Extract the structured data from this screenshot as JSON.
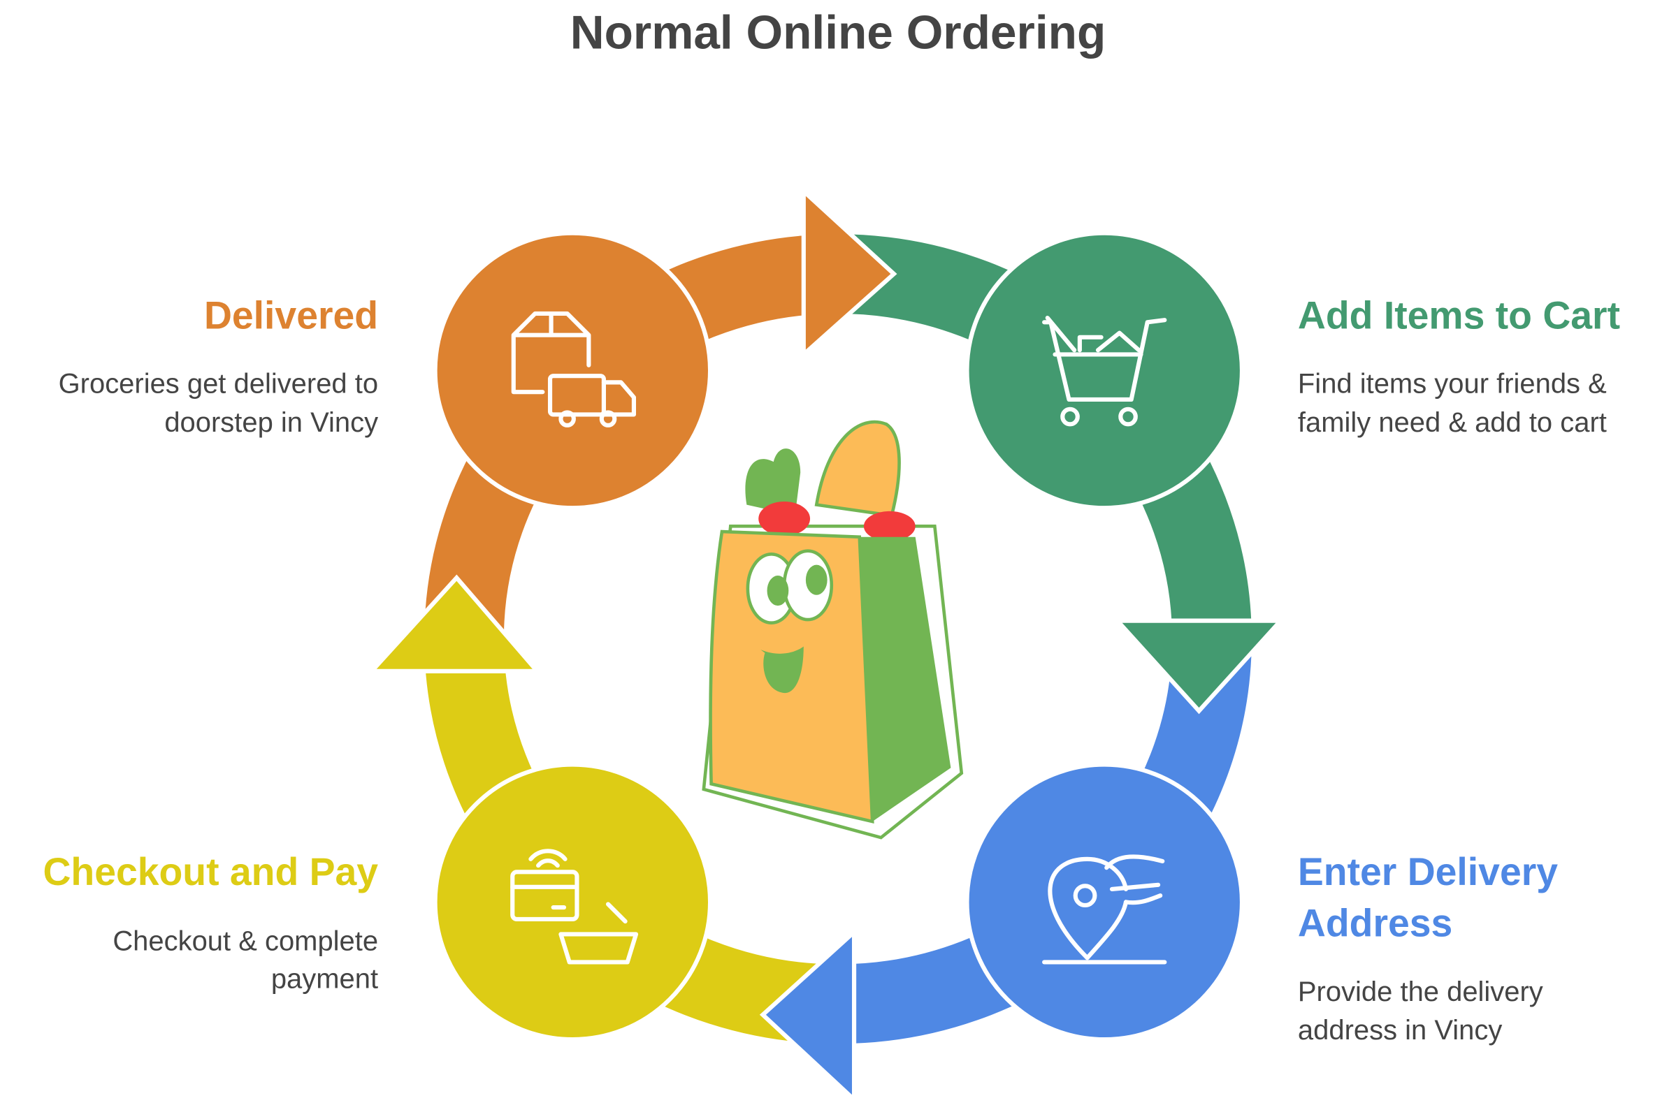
{
  "title": "Normal Online Ordering",
  "colors": {
    "orange": "#dd8230",
    "green": "#439a70",
    "blue": "#4f88e4",
    "yellow": "#ddcc15",
    "text": "#444444"
  },
  "steps": [
    {
      "id": "add-items",
      "heading": "Add Items to Cart",
      "heading_lines": [
        "Add Items to Cart"
      ],
      "desc_lines": [
        "Find items your friends &",
        "family need & add to cart"
      ],
      "icon": "shopping-cart-icon"
    },
    {
      "id": "enter-address",
      "heading": "Enter Delivery Address",
      "heading_lines": [
        "Enter Delivery",
        "Address"
      ],
      "desc_lines": [
        "Provide the delivery",
        "address in Vincy"
      ],
      "icon": "location-pin-hand-icon"
    },
    {
      "id": "checkout",
      "heading": "Checkout and Pay",
      "heading_lines": [
        "Checkout and Pay"
      ],
      "desc_lines": [
        "Checkout & complete",
        "payment"
      ],
      "icon": "card-basket-icon"
    },
    {
      "id": "delivered",
      "heading": "Delivered",
      "heading_lines": [
        "Delivered"
      ],
      "desc_lines": [
        "Groceries get delivered to",
        "doorstep in Vincy"
      ],
      "icon": "box-truck-icon"
    }
  ],
  "center_icon": "grocery-bag-mascot-icon"
}
